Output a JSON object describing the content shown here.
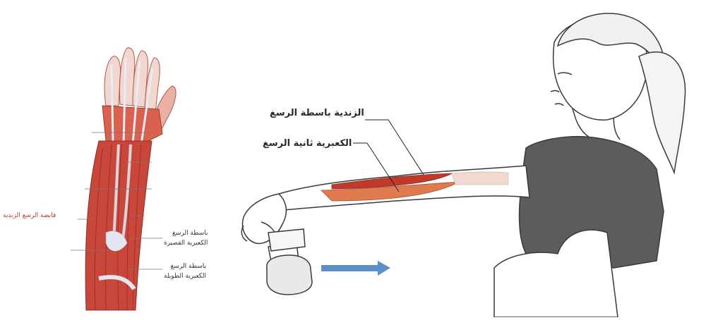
{
  "labels": {
    "extensor_carpi_ulnaris": "الزندية باسطة الرسغ",
    "extensor_carpi_radialis_brevis": "الكعبرية ثانية الرسغ",
    "flexor_carpi_ulnaris": "قابضة الرسغ الزندية",
    "ecrb_line1": "باسطة الرسغ",
    "ecrb_line2": "الكعبرية القصيرة",
    "ecrl_line1": "باسطة الرسغ",
    "ecrl_line2": "الكعبرية الطويلة"
  },
  "colors": {
    "muscle_red": "#c0392b",
    "muscle_orange": "#e07a4f",
    "tendon": "#dfe3ee",
    "shirt": "#5c5c5c",
    "arrow_blue": "#5b8fc9",
    "outline": "#3a3a3a"
  }
}
